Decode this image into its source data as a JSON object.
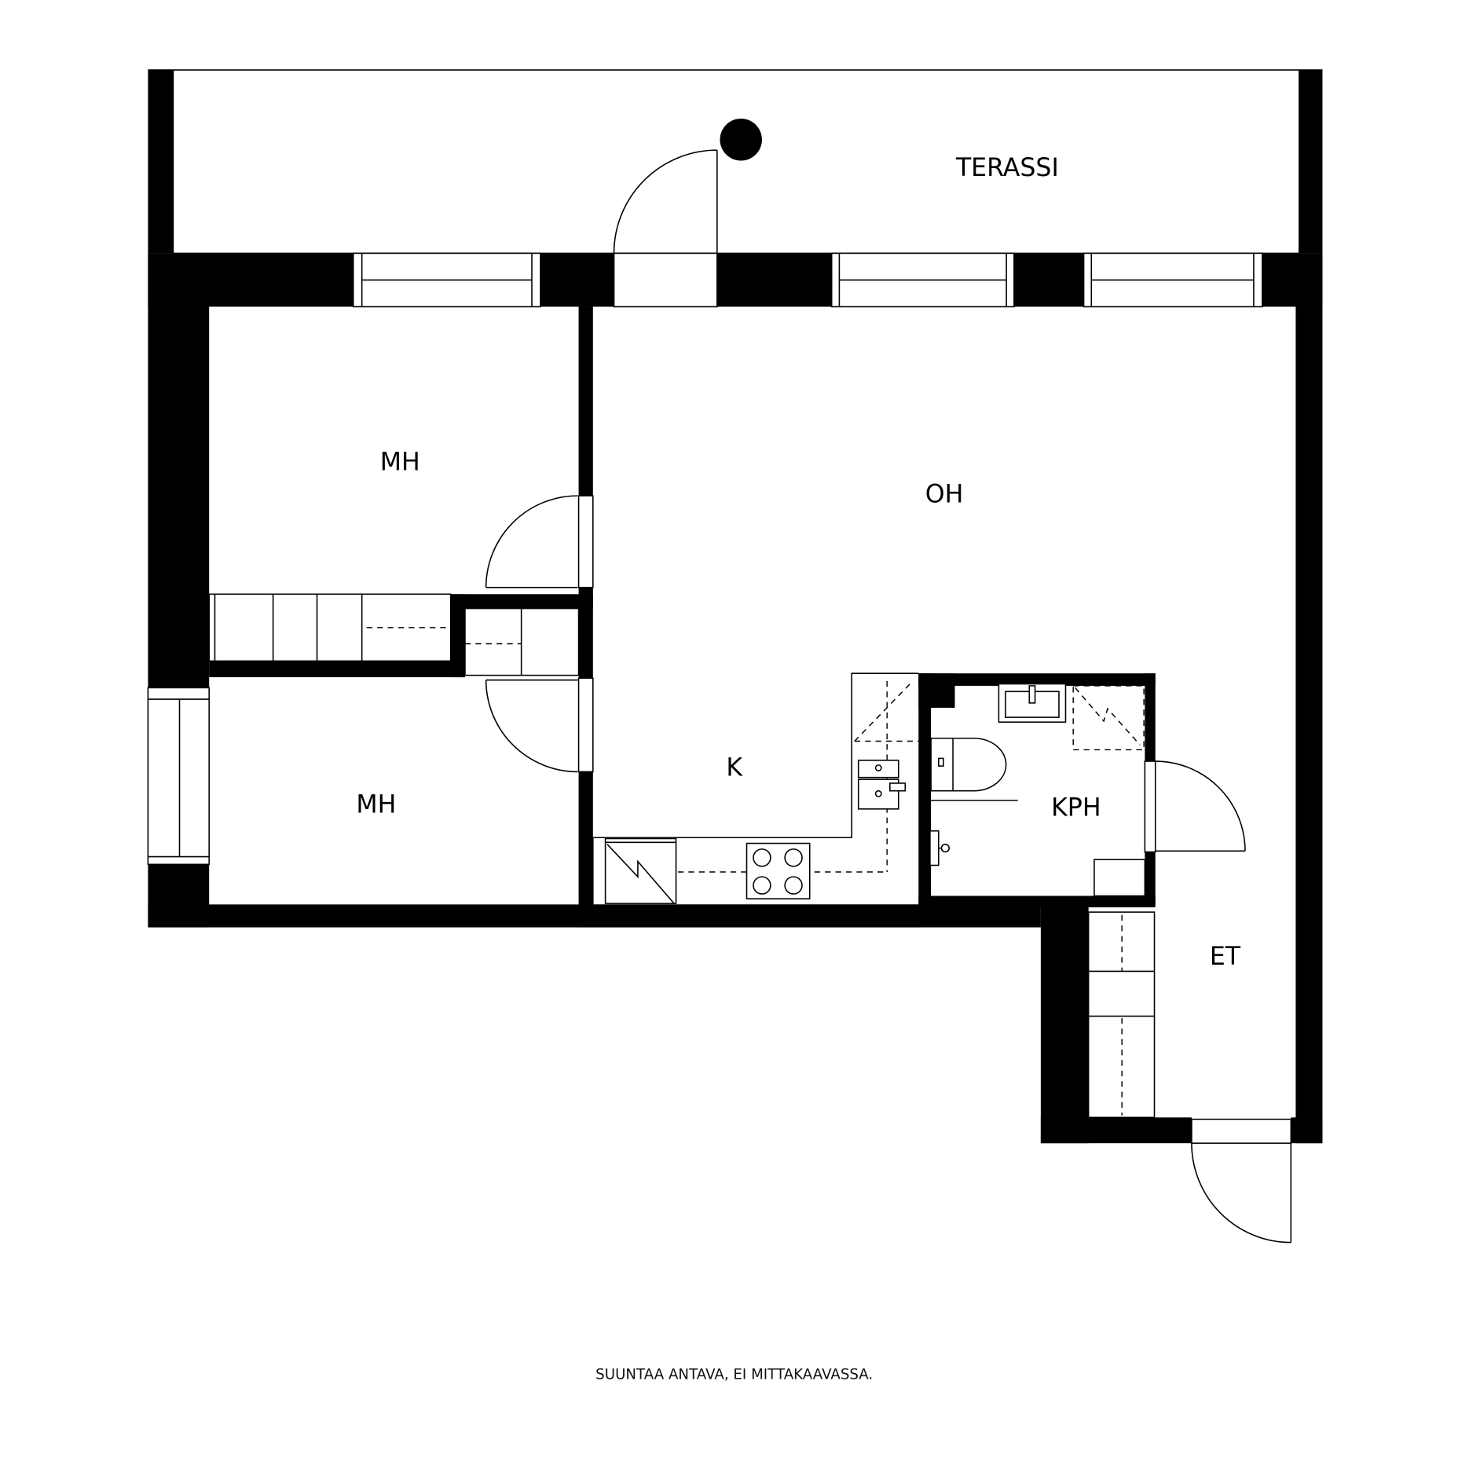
{
  "plan": {
    "rooms": [
      {
        "id": "terrace",
        "label": "TERASSI"
      },
      {
        "id": "bedroom-1",
        "label": "MH"
      },
      {
        "id": "bedroom-2",
        "label": "MH"
      },
      {
        "id": "living-room",
        "label": "OH"
      },
      {
        "id": "kitchen",
        "label": "K"
      },
      {
        "id": "bathroom",
        "label": "KPH"
      },
      {
        "id": "entrance-hall",
        "label": "ET"
      }
    ],
    "footer_note": "SUUNTAA ANTAVA, EI MITTAKAAVASSA.",
    "colors": {
      "wall": "#000000",
      "background": "#ffffff",
      "line": "#000000"
    }
  }
}
